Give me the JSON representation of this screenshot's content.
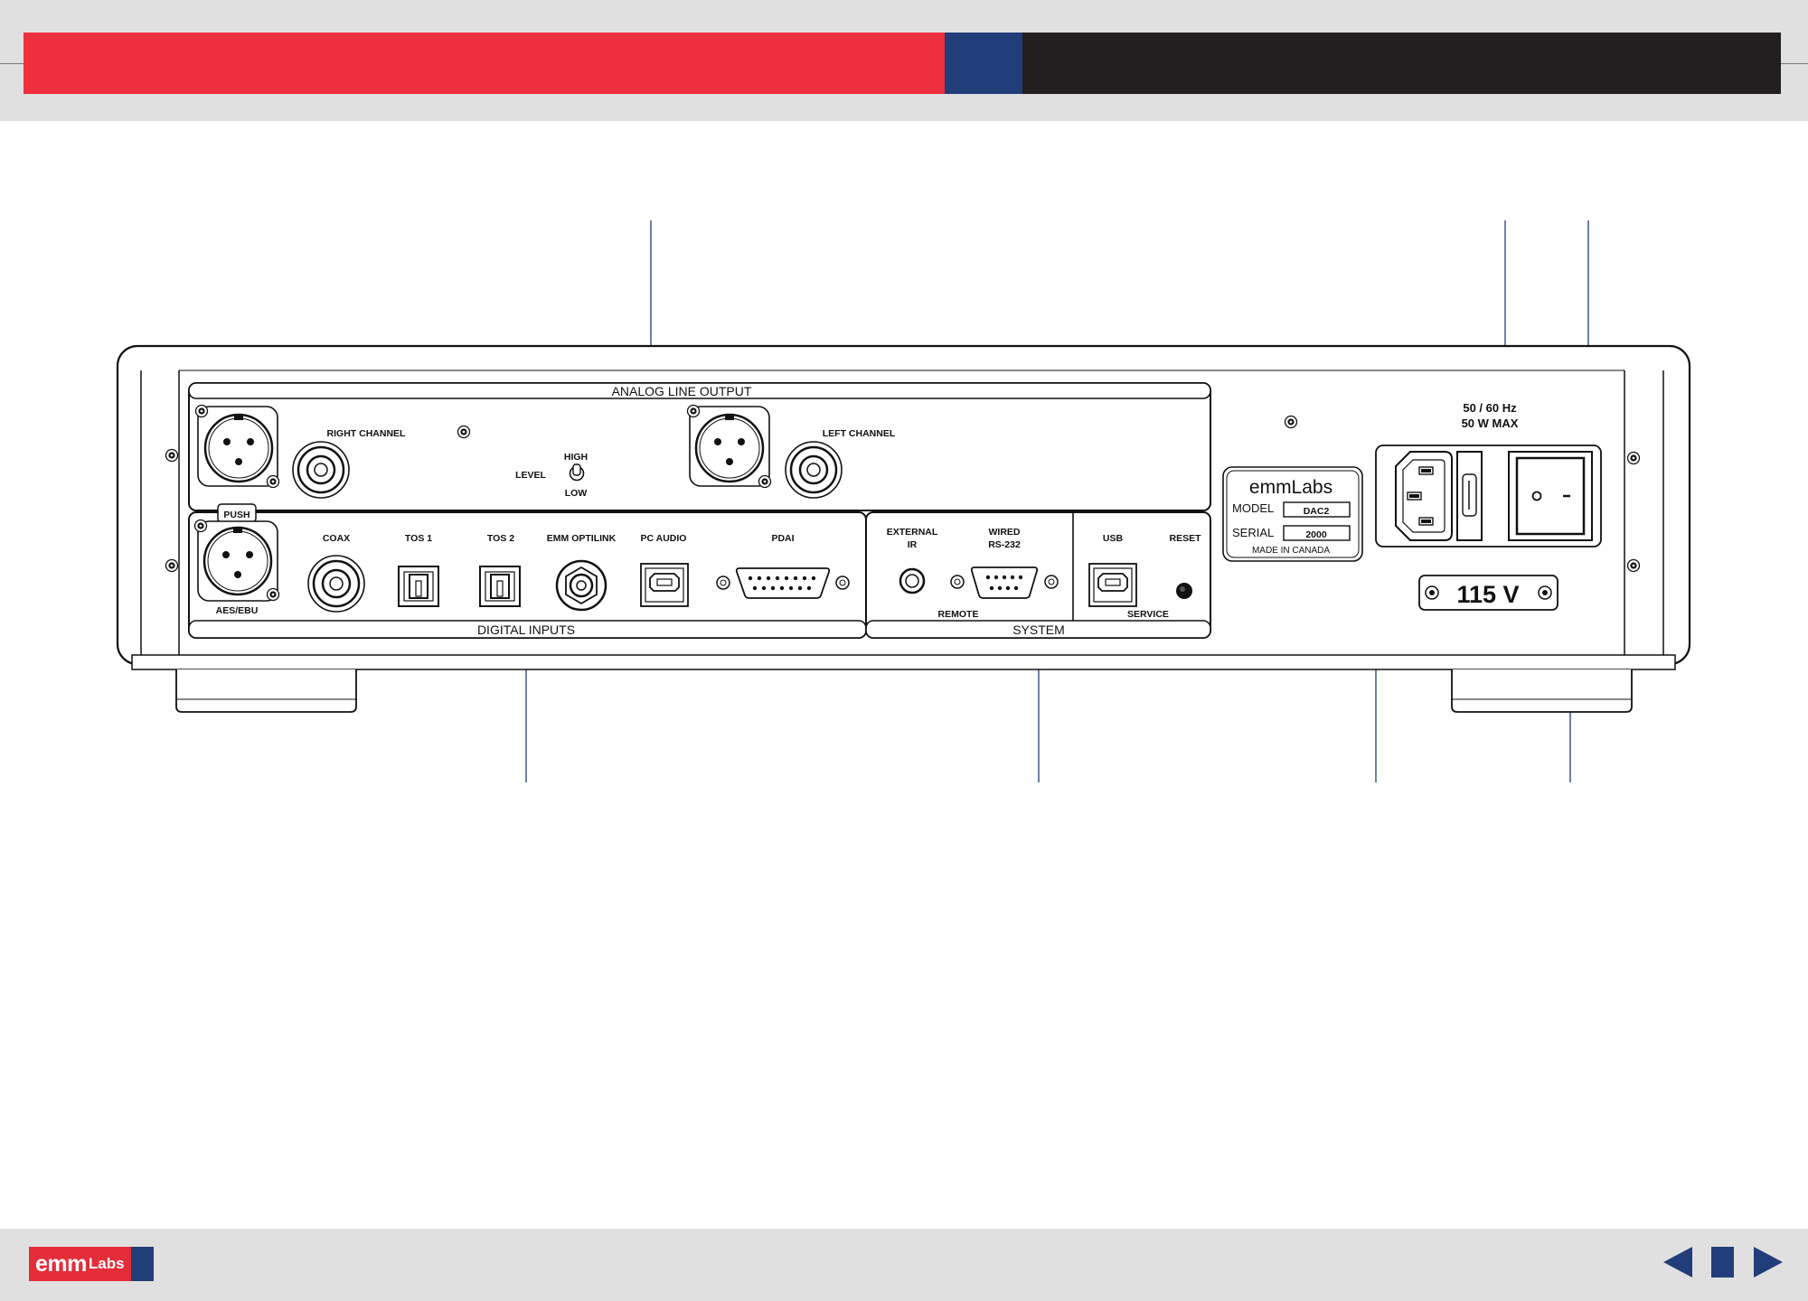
{
  "header": {
    "colors": {
      "red": "#ee2f3e",
      "blue": "#213d7a",
      "black": "#231f20"
    }
  },
  "panel": {
    "analog": {
      "section_title": "ANALOG LINE OUTPUT",
      "right_channel": "RIGHT CHANNEL",
      "left_channel": "LEFT CHANNEL",
      "level": "LEVEL",
      "high": "HIGH",
      "low": "LOW"
    },
    "digital": {
      "section_title": "DIGITAL INPUTS",
      "push": "PUSH",
      "aes_ebu": "AES/EBU",
      "coax": "COAX",
      "tos1": "TOS 1",
      "tos2": "TOS 2",
      "emm_optilink": "EMM OPTILINK",
      "pc_audio": "PC AUDIO",
      "pdai": "PDAI"
    },
    "system": {
      "section_title": "SYSTEM",
      "external_ir_1": "EXTERNAL",
      "external_ir_2": "IR",
      "wired_1": "WIRED",
      "wired_2": "RS-232",
      "remote": "REMOTE",
      "usb": "USB",
      "reset": "RESET",
      "service": "SERVICE"
    },
    "label_plate": {
      "brand": "emmLabs",
      "model_label": "MODEL",
      "model_value": "DAC2",
      "serial_label": "SERIAL",
      "serial_value": "2000",
      "made_in": "MADE IN CANADA"
    },
    "power": {
      "frequency": "50 / 60 Hz",
      "max_power": "50 W MAX",
      "voltage": "115 V"
    }
  },
  "footer": {
    "logo_emm": "emm",
    "logo_labs": "Labs"
  }
}
